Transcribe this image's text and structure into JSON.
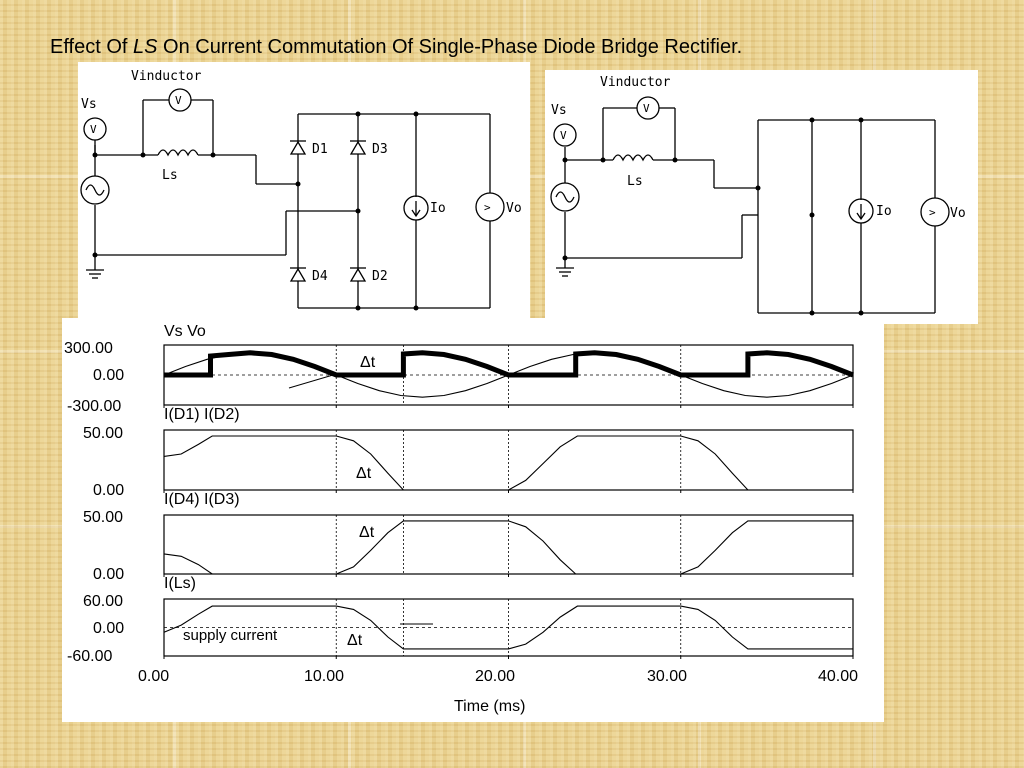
{
  "title": {
    "prefix": "Effect Of ",
    "italic": "LS",
    "suffix": " On Current Commutation Of Single-Phase Diode Bridge Rectifier."
  },
  "circuit_left": {
    "vinductor": "Vinductor",
    "vs": "Vs",
    "ls": "Ls",
    "d1": "D1",
    "d2": "D2",
    "d3": "D3",
    "d4": "D4",
    "io": "Io",
    "vo": "Vo",
    "v_meter": "V",
    "vo_meter": ">"
  },
  "circuit_right": {
    "vinductor": "Vinductor",
    "vs": "Vs",
    "ls": "Ls",
    "io": "Io",
    "vo": "Vo",
    "v_meter": "V",
    "vo_meter": ">"
  },
  "plot": {
    "xlabel": "Time (ms)",
    "xticks": [
      "0.00",
      "10.00",
      "20.00",
      "30.00",
      "40.00"
    ],
    "delta_t": "Δt",
    "supply_label": "supply current",
    "panels": [
      {
        "legend": "Vs   Vo",
        "ticks": [
          "300.00",
          "0.00",
          "-300.00"
        ]
      },
      {
        "legend": "I(D1)   I(D2)",
        "ticks": [
          "50.00",
          "0.00"
        ]
      },
      {
        "legend": "I(D4)   I(D3)",
        "ticks": [
          "50.00",
          "0.00"
        ]
      },
      {
        "legend": "I(Ls)",
        "ticks": [
          "60.00",
          "0.00",
          "-60.00"
        ]
      }
    ]
  },
  "chart_data": [
    {
      "type": "line",
      "legend": [
        "Vs",
        "Vo"
      ],
      "xlabel": "Time (ms)",
      "xlim": [
        0,
        40
      ],
      "ylim": [
        -300,
        300
      ],
      "series": [
        {
          "name": "Vs",
          "x": [
            0,
            1.25,
            2.5,
            3.75,
            5,
            6.25,
            7.5,
            8.75,
            10,
            11.25,
            12.5,
            13.75,
            15,
            16.25,
            17.5,
            18.75,
            20,
            21.25,
            22.5,
            23.75,
            25,
            26.25,
            27.5,
            28.75,
            30,
            31.25,
            32.5,
            33.75,
            35,
            36.25,
            37.5,
            38.75,
            40
          ],
          "y": [
            0,
            85,
            157,
            205,
            222,
            205,
            157,
            85,
            0,
            -85,
            -157,
            -205,
            -222,
            -205,
            -157,
            -85,
            0,
            85,
            157,
            205,
            222,
            205,
            157,
            85,
            0,
            -85,
            -157,
            -205,
            -222,
            -205,
            -157,
            -85,
            0
          ]
        },
        {
          "name": "Vo",
          "x": [
            0,
            2.7,
            2.7,
            3.75,
            5,
            6.25,
            7.5,
            8.75,
            10,
            13.9,
            13.9,
            15,
            16.25,
            17.5,
            18.75,
            20,
            23.9,
            23.9,
            25,
            26.25,
            27.5,
            28.75,
            30,
            33.9,
            33.9,
            35,
            36.25,
            37.5,
            38.75,
            40
          ],
          "y": [
            0,
            0,
            190,
            205,
            222,
            205,
            157,
            85,
            0,
            0,
            210,
            222,
            205,
            157,
            85,
            0,
            0,
            210,
            222,
            205,
            157,
            85,
            0,
            0,
            210,
            222,
            205,
            157,
            85,
            0
          ]
        }
      ]
    },
    {
      "type": "line",
      "legend": [
        "I(D1)",
        "I(D2)"
      ],
      "xlabel": "Time (ms)",
      "xlim": [
        0,
        40
      ],
      "ylim": [
        0,
        50
      ],
      "series": [
        {
          "x": [
            0,
            1,
            2,
            2.8,
            10,
            11,
            12,
            13,
            13.9,
            20,
            21,
            22,
            23,
            24,
            30,
            31,
            32,
            33,
            33.9,
            40
          ],
          "y": [
            28,
            30,
            38,
            45,
            45,
            41,
            30,
            14,
            0,
            0,
            8,
            22,
            36,
            45,
            45,
            41,
            30,
            14,
            0,
            0
          ]
        }
      ]
    },
    {
      "type": "line",
      "legend": [
        "I(D4)",
        "I(D3)"
      ],
      "xlabel": "Time (ms)",
      "xlim": [
        0,
        40
      ],
      "ylim": [
        0,
        50
      ],
      "series": [
        {
          "x": [
            0,
            1,
            2,
            2.8,
            10,
            11,
            12,
            13,
            13.9,
            20,
            21,
            22,
            23,
            23.9,
            30,
            31,
            32,
            33,
            33.9,
            40
          ],
          "y": [
            17,
            15,
            8,
            0,
            0,
            6,
            20,
            35,
            45,
            45,
            40,
            28,
            12,
            0,
            0,
            6,
            20,
            35,
            45,
            45
          ]
        }
      ]
    },
    {
      "type": "line",
      "legend": [
        "I(Ls)"
      ],
      "xlabel": "Time (ms)",
      "xlim": [
        0,
        40
      ],
      "ylim": [
        -60,
        60
      ],
      "series": [
        {
          "x": [
            0,
            1,
            2,
            2.8,
            10,
            11,
            12,
            13,
            13.9,
            20,
            21,
            22,
            23,
            24,
            30,
            31,
            32,
            33,
            33.9,
            40
          ],
          "y": [
            -10,
            5,
            28,
            45,
            45,
            38,
            15,
            -20,
            -45,
            -45,
            -35,
            -10,
            22,
            45,
            45,
            38,
            15,
            -20,
            -45,
            -45
          ]
        }
      ]
    }
  ]
}
